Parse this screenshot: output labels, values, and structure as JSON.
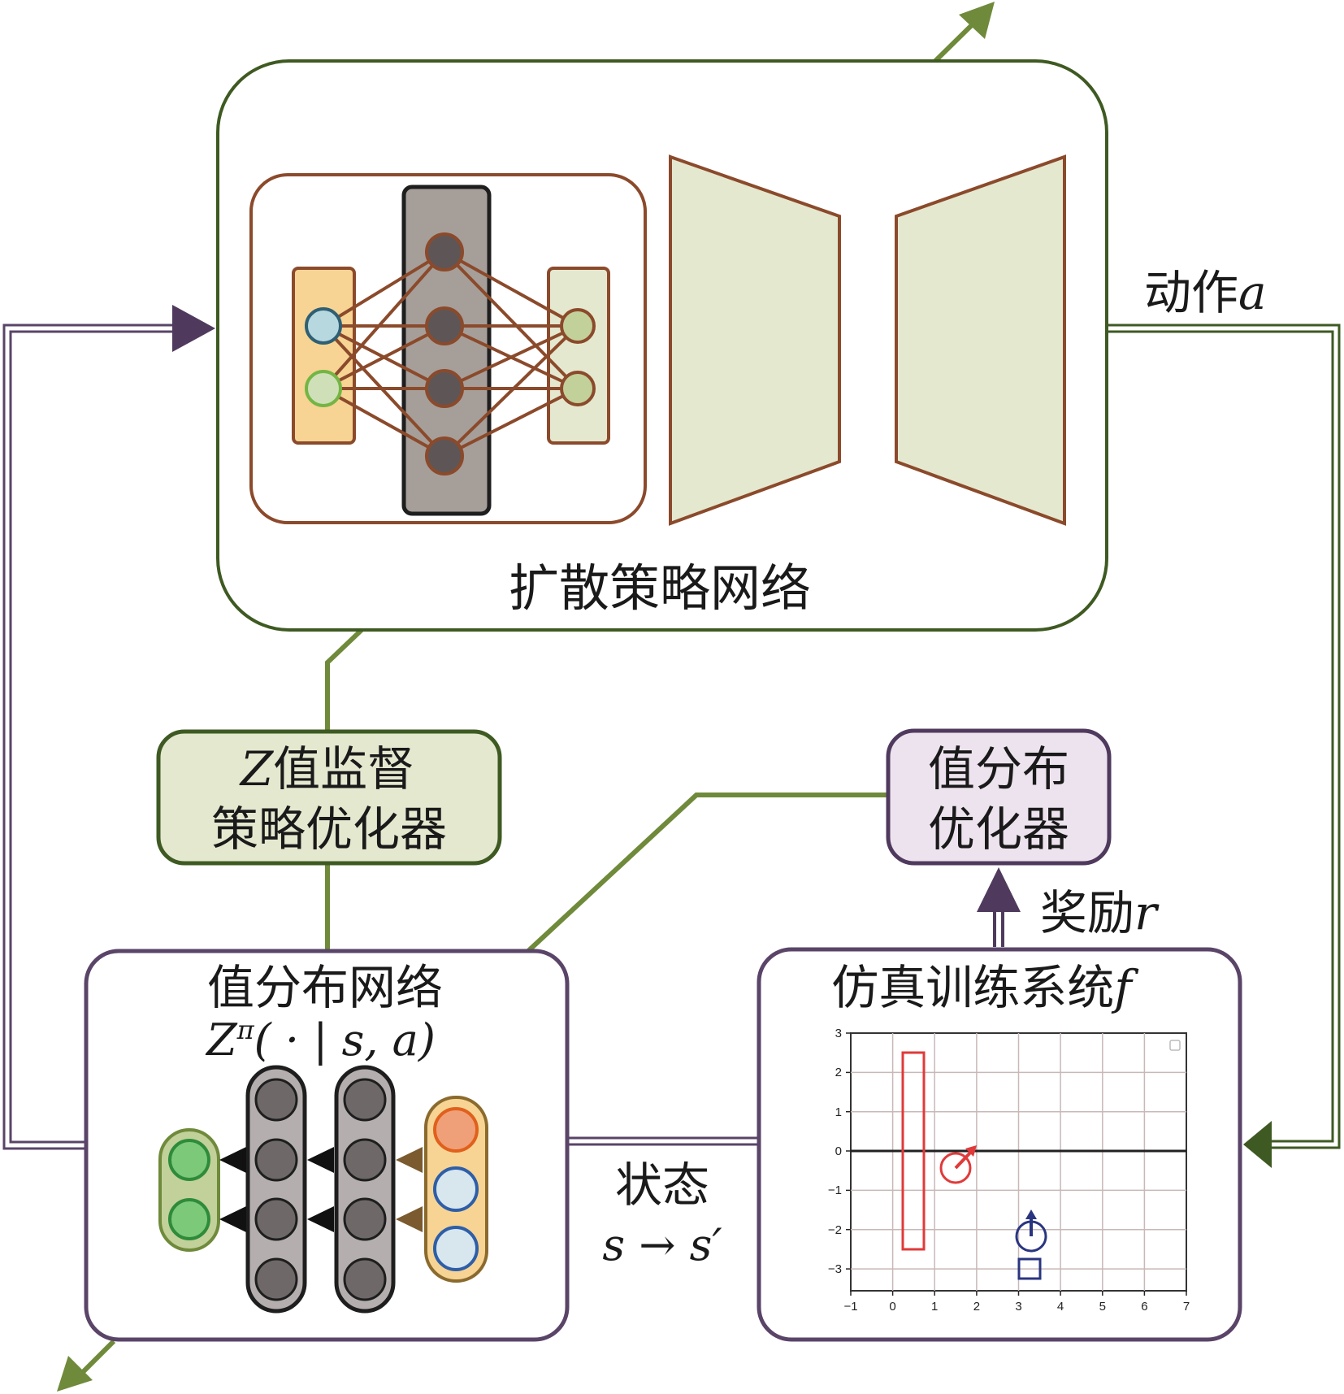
{
  "policy_network": {
    "label": "扩散策略网络"
  },
  "action": {
    "label": "动作",
    "symbol": "a"
  },
  "z_optimizer": {
    "line1_prefix": "Z",
    "line1": "值监督",
    "line2": "策略优化器"
  },
  "value_dist_optimizer": {
    "line1": "值分布",
    "line2": "优化器"
  },
  "reward": {
    "label": "奖励",
    "symbol": "r"
  },
  "value_dist_network": {
    "label": "值分布网络",
    "formula": {
      "Z": "Z",
      "pi": "π",
      "args": "( · | s, a)"
    }
  },
  "state": {
    "label": "状态",
    "transition": "s → s′"
  },
  "sim_system": {
    "label": "仿真训练系统",
    "symbol": "f"
  },
  "sim_plot": {
    "x_ticks": [
      "−1",
      "0",
      "1",
      "2",
      "3",
      "4",
      "5",
      "6",
      "7"
    ],
    "y_ticks": [
      "3",
      "2",
      "1",
      "0",
      "−1",
      "−2",
      "−3"
    ]
  },
  "colors": {
    "green_line": "#6f8a3a",
    "dark_green": "#3e5a22",
    "purple": "#5a4468",
    "brown": "#8b4a2b",
    "panel_fill": "#e4e8cf",
    "optimizer_fill": "#ede3ee"
  }
}
